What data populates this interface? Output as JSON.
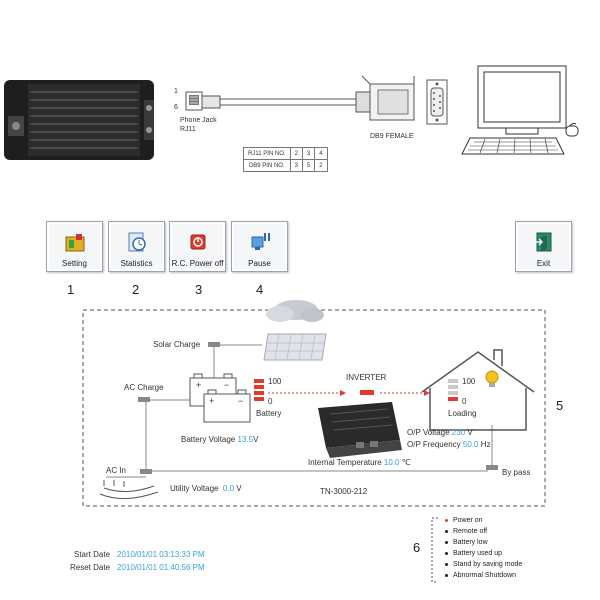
{
  "connection": {
    "phone_jack": "Phone Jack",
    "rj11": "RJ11",
    "pin1": "1",
    "pin6": "6",
    "db9_female": "DB9 FEMALE",
    "pin_table": [
      [
        "RJ11 PIN NO.",
        "2",
        "3",
        "4"
      ],
      [
        "DB9 PIN NO.",
        "3",
        "5",
        "2"
      ]
    ]
  },
  "toolbar": {
    "setting": "Setting",
    "statistics": "Statistics",
    "rc_power_off": "R.C. Power off",
    "pause": "Pause",
    "exit": "Exit"
  },
  "callouts": {
    "n1": "1",
    "n2": "2",
    "n3": "3",
    "n4": "4",
    "n5": "5",
    "n6": "6"
  },
  "diagram": {
    "solar_charge": "Solar Charge",
    "ac_charge": "AC Charge",
    "battery_level_high": "100",
    "battery_level_low": "0",
    "battery": "Battery",
    "battery_voltage_label": "Battery Voltage",
    "battery_voltage_value": "13.5",
    "battery_voltage_unit": "V",
    "inverter": "INVERTER",
    "internal_temp_label": "Internal Temperature",
    "internal_temp_value": "10.0",
    "internal_temp_unit": "℃",
    "model": "TN-3000-212",
    "ac_in": "AC In",
    "utility_voltage_label": "Utility Voltage",
    "utility_voltage_value": "0.0",
    "utility_voltage_unit": "V",
    "load_high": "100",
    "load_low": "0",
    "loading": "Loading",
    "op_voltage_label": "O/P Voltage",
    "op_voltage_value": "230",
    "op_voltage_unit": "V",
    "op_freq_label": "O/P Frequency",
    "op_freq_value": "50.0",
    "op_freq_unit": "Hz",
    "bypass": "By pass"
  },
  "status_legend": [
    "Power on",
    "Remote off",
    "Battery low",
    "Battery used up",
    "Stand by saving mode",
    "Abnormal Shutdown"
  ],
  "dates": {
    "start_label": "Start Date",
    "start_value": "2010/01/01 03:13:33 PM",
    "reset_label": "Reset Date",
    "reset_value": "2010/01/01 01:40:56 PM"
  },
  "colors": {
    "accent_red": "#e23b2e",
    "value_blue": "#3aa0d8"
  }
}
